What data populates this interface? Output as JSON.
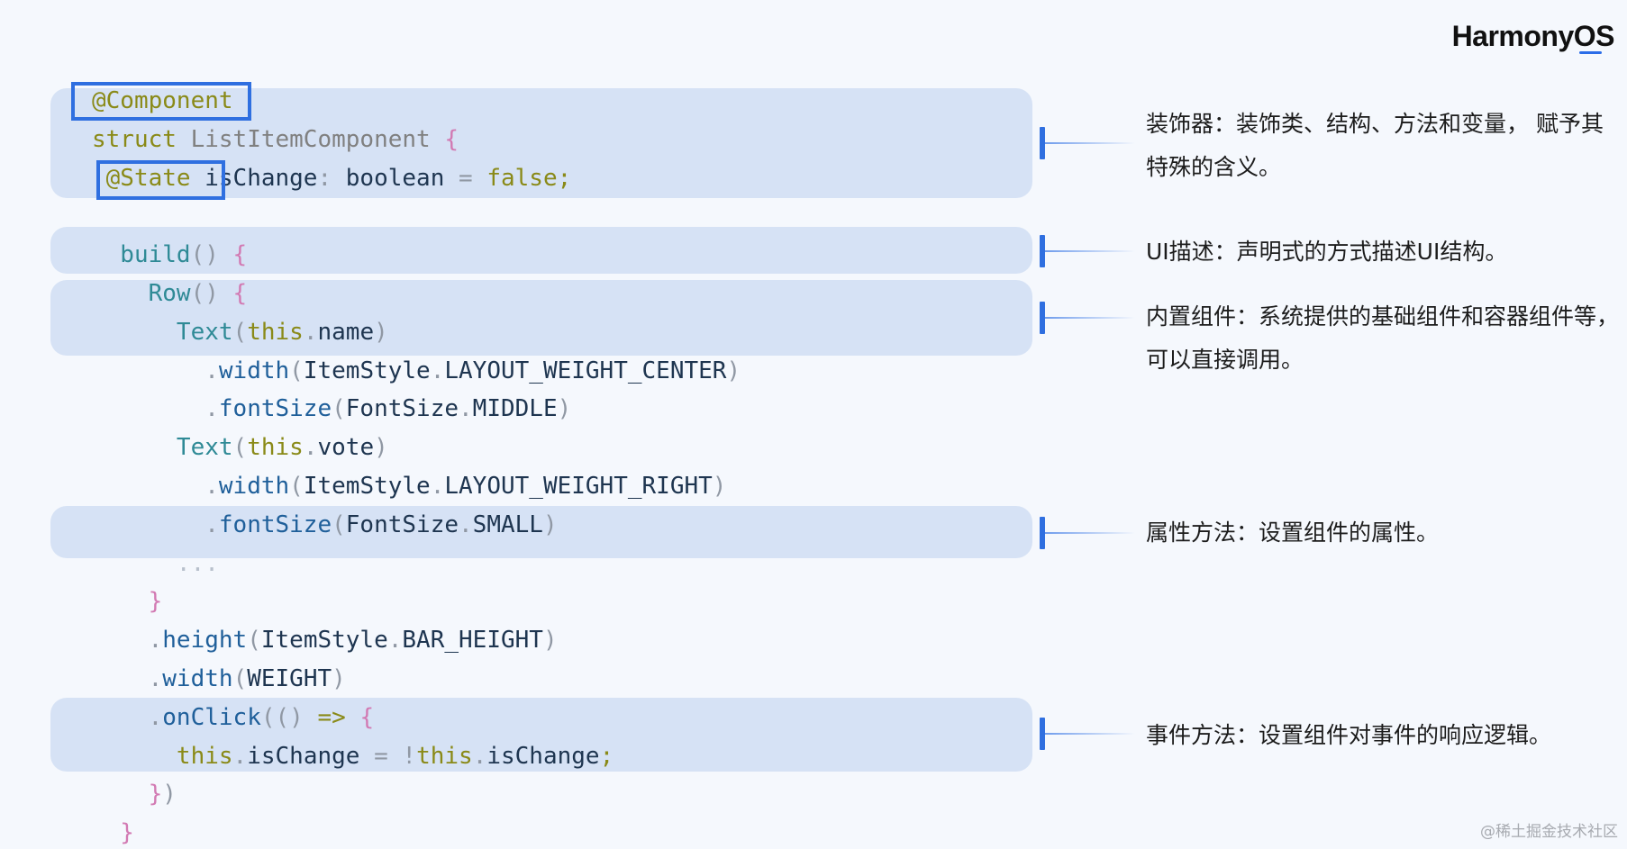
{
  "brand": {
    "logo_prefix": "Harmony",
    "logo_suffix": "OS"
  },
  "code_lines": [
    [
      {
        "t": "@Component",
        "c": "ann"
      }
    ],
    [
      {
        "t": "struct",
        "c": "kw"
      },
      {
        "t": " ListItemComponent ",
        "c": "id2"
      },
      {
        "t": "{",
        "c": "br"
      }
    ],
    [
      {
        "t": " @State",
        "c": "ann"
      },
      {
        "t": " isChange",
        "c": "id"
      },
      {
        "t": ": ",
        "c": "gr"
      },
      {
        "t": "boolean",
        "c": "id"
      },
      {
        "t": " = ",
        "c": "gr"
      },
      {
        "t": "false",
        "c": "kw"
      },
      {
        "t": ";",
        "c": "kw"
      }
    ],
    [],
    [
      {
        "t": "  build",
        "c": "fn"
      },
      {
        "t": "() ",
        "c": "gr"
      },
      {
        "t": "{",
        "c": "br"
      }
    ],
    [
      {
        "t": "    Row",
        "c": "fn"
      },
      {
        "t": "() ",
        "c": "gr"
      },
      {
        "t": "{",
        "c": "br"
      }
    ],
    [
      {
        "t": "      Text",
        "c": "fn"
      },
      {
        "t": "(",
        "c": "gr"
      },
      {
        "t": "this",
        "c": "kw"
      },
      {
        "t": ".",
        "c": "gr"
      },
      {
        "t": "name",
        "c": "id"
      },
      {
        "t": ")",
        "c": "gr"
      }
    ],
    [
      {
        "t": "        .",
        "c": "gr"
      },
      {
        "t": "width",
        "c": "mth"
      },
      {
        "t": "(",
        "c": "gr"
      },
      {
        "t": "ItemStyle",
        "c": "id"
      },
      {
        "t": ".",
        "c": "gr"
      },
      {
        "t": "LAYOUT_WEIGHT_CENTER",
        "c": "id"
      },
      {
        "t": ")",
        "c": "gr"
      }
    ],
    [
      {
        "t": "        .",
        "c": "gr"
      },
      {
        "t": "fontSize",
        "c": "mth"
      },
      {
        "t": "(",
        "c": "gr"
      },
      {
        "t": "FontSize",
        "c": "id"
      },
      {
        "t": ".",
        "c": "gr"
      },
      {
        "t": "MIDDLE",
        "c": "id"
      },
      {
        "t": ")",
        "c": "gr"
      }
    ],
    [
      {
        "t": "      Text",
        "c": "fn"
      },
      {
        "t": "(",
        "c": "gr"
      },
      {
        "t": "this",
        "c": "kw"
      },
      {
        "t": ".",
        "c": "gr"
      },
      {
        "t": "vote",
        "c": "id"
      },
      {
        "t": ")",
        "c": "gr"
      }
    ],
    [
      {
        "t": "        .",
        "c": "gr"
      },
      {
        "t": "width",
        "c": "mth"
      },
      {
        "t": "(",
        "c": "gr"
      },
      {
        "t": "ItemStyle",
        "c": "id"
      },
      {
        "t": ".",
        "c": "gr"
      },
      {
        "t": "LAYOUT_WEIGHT_RIGHT",
        "c": "id"
      },
      {
        "t": ")",
        "c": "gr"
      }
    ],
    [
      {
        "t": "        .",
        "c": "gr"
      },
      {
        "t": "fontSize",
        "c": "mth"
      },
      {
        "t": "(",
        "c": "gr"
      },
      {
        "t": "FontSize",
        "c": "id"
      },
      {
        "t": ".",
        "c": "gr"
      },
      {
        "t": "SMALL",
        "c": "id"
      },
      {
        "t": ")",
        "c": "gr"
      }
    ],
    [
      {
        "t": "      ...",
        "c": "dots"
      }
    ],
    [
      {
        "t": "    }",
        "c": "br"
      }
    ],
    [
      {
        "t": "    .",
        "c": "gr"
      },
      {
        "t": "height",
        "c": "mth"
      },
      {
        "t": "(",
        "c": "gr"
      },
      {
        "t": "ItemStyle",
        "c": "id"
      },
      {
        "t": ".",
        "c": "gr"
      },
      {
        "t": "BAR_HEIGHT",
        "c": "id"
      },
      {
        "t": ")",
        "c": "gr"
      }
    ],
    [
      {
        "t": "    .",
        "c": "gr"
      },
      {
        "t": "width",
        "c": "mth"
      },
      {
        "t": "(",
        "c": "gr"
      },
      {
        "t": "WEIGHT",
        "c": "id"
      },
      {
        "t": ")",
        "c": "gr"
      }
    ],
    [
      {
        "t": "    .",
        "c": "gr"
      },
      {
        "t": "onClick",
        "c": "mth"
      },
      {
        "t": "(() ",
        "c": "gr"
      },
      {
        "t": "=>",
        "c": "kw"
      },
      {
        "t": " ",
        "c": "gr"
      },
      {
        "t": "{",
        "c": "br"
      }
    ],
    [
      {
        "t": "      this",
        "c": "kw"
      },
      {
        "t": ".",
        "c": "gr"
      },
      {
        "t": "isChange",
        "c": "id"
      },
      {
        "t": " = ",
        "c": "gr"
      },
      {
        "t": "!",
        "c": "gr"
      },
      {
        "t": "this",
        "c": "kw"
      },
      {
        "t": ".",
        "c": "gr"
      },
      {
        "t": "isChange",
        "c": "id"
      },
      {
        "t": ";",
        "c": "kw"
      }
    ],
    [
      {
        "t": "    }",
        "c": "br"
      },
      {
        "t": ")",
        "c": "gr"
      }
    ],
    [
      {
        "t": "  }",
        "c": "br"
      }
    ]
  ],
  "annotations": [
    {
      "text": "装饰器：装饰类、结构、方法和变量， 赋予其特殊的含义。"
    },
    {
      "text": "UI描述：声明式的方式描述UI结构。"
    },
    {
      "text": "内置组件：系统提供的基础组件和容器组件等，可以直接调用。"
    },
    {
      "text": "属性方法：设置组件的属性。"
    },
    {
      "text": "事件方法：设置组件对事件的响应逻辑。"
    }
  ],
  "watermark": "@稀土掘金技术社区"
}
